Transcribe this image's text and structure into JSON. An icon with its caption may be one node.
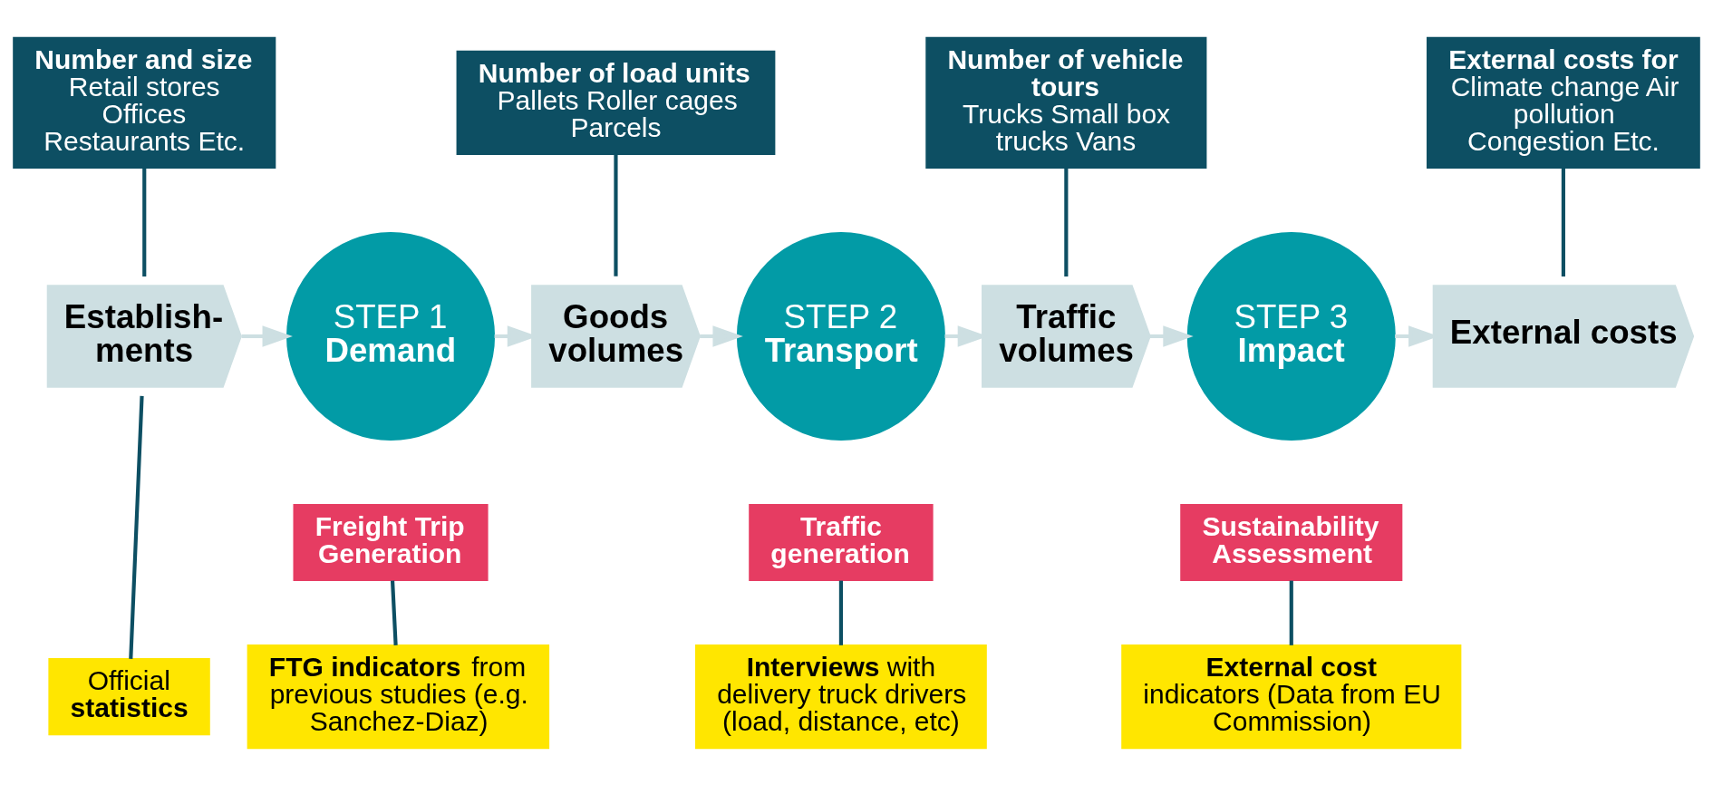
{
  "diagram": {
    "nodes": [
      {
        "text": [
          "Number and size",
          "Retail stores Offices Restaurants Etc."
        ]
      },
      {
        "text": [
          "Number of load units",
          "Pallets Roller cages Parcels"
        ]
      },
      {
        "text": [
          "Number of vehicle tours",
          "Trucks Small box trucks Vans"
        ]
      },
      {
        "text": [
          "External costs for",
          "Climate change Air pollution Congestion Etc."
        ]
      },
      {
        "text": [
          "Establish- ments"
        ]
      },
      {
        "text": [
          "STEP 1",
          "Demand"
        ]
      },
      {
        "text": [
          "Goods volumes"
        ]
      },
      {
        "text": [
          "STEP 2",
          "Transport"
        ]
      },
      {
        "text": [
          "Traffic volumes"
        ]
      },
      {
        "text": [
          "STEP 3",
          "Impact"
        ]
      },
      {
        "text": [
          "External costs"
        ]
      },
      {
        "text": [
          "Freight Trip Generation"
        ]
      },
      {
        "text": [
          "Traffic generation"
        ]
      },
      {
        "text": [
          "Sustainability Assessment"
        ]
      },
      {
        "text": [
          "Official **statistics**"
        ]
      },
      {
        "text": [
          "**FTG indicators** from previous studies (e.g. Sanchez-Diaz)"
        ]
      },
      {
        "text": [
          "**Interviews** with delivery truck drivers (load, distance, etc)"
        ]
      },
      {
        "text": [
          "**External cost** indicators (Data from EU Commission)"
        ]
      }
    ],
    "edges": [
      {
        "from": 4,
        "to": 5,
        "arrow": "to",
        "color": "#cddfe2"
      },
      {
        "from": 5,
        "to": 6,
        "arrow": "to",
        "color": "#cddfe2"
      },
      {
        "from": 6,
        "to": 7,
        "arrow": "to",
        "color": "#cddfe2"
      },
      {
        "from": 7,
        "to": 8,
        "arrow": "to",
        "color": "#cddfe2"
      },
      {
        "from": 8,
        "to": 9,
        "arrow": "to",
        "color": "#cddfe2"
      },
      {
        "from": 9,
        "to": 10,
        "arrow": "to",
        "color": "#cddfe2"
      },
      {
        "from": 0,
        "to": 4,
        "arrow": "none"
      },
      {
        "from": 4,
        "to": 14,
        "arrow": "none"
      },
      {
        "from": 1,
        "to": 6,
        "arrow": "none"
      },
      {
        "from": 2,
        "to": 8,
        "arrow": "none"
      },
      {
        "from": 3,
        "to": 10,
        "arrow": "none"
      },
      {
        "from": 11,
        "to": 15,
        "arrow": "none"
      },
      {
        "from": 12,
        "to": 16,
        "arrow": "none"
      },
      {
        "from": 13,
        "to": 17,
        "arrow": "none"
      }
    ]
  }
}
